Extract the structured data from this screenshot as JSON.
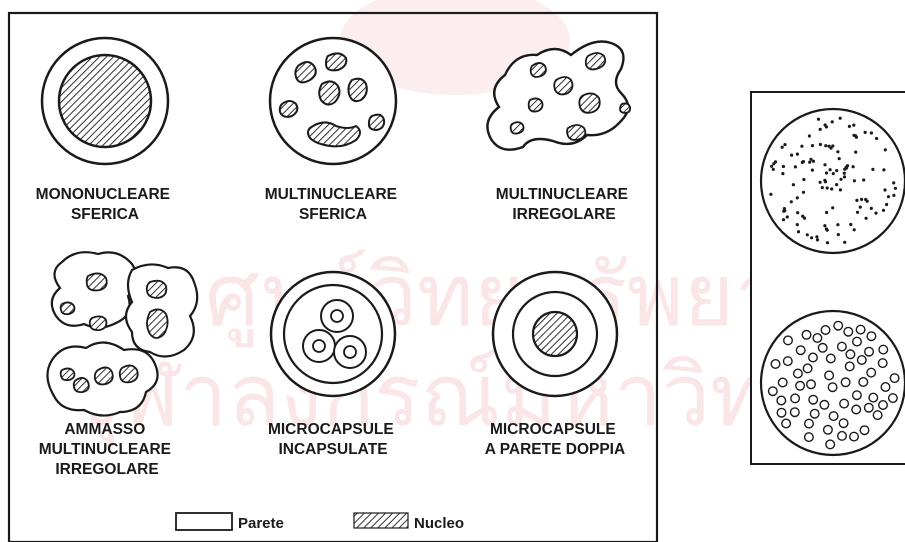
{
  "figure": {
    "types": [
      {
        "id": "mononucleare-sferica",
        "label_lines": [
          "MONONUCLEARE",
          "SFERICA"
        ]
      },
      {
        "id": "multinucleare-sferica",
        "label_lines": [
          "MULTINUCLEARE",
          "SFERICA"
        ]
      },
      {
        "id": "multinucleare-irregolare",
        "label_lines": [
          "MULTINUCLEARE",
          "IRREGOLARE"
        ]
      },
      {
        "id": "ammasso-multinucleare",
        "label_lines": [
          "AMMASSO",
          "MULTINUCLEARE",
          "IRREGOLARE"
        ]
      },
      {
        "id": "microcapsule-incapsulate",
        "label_lines": [
          "MICROCAPSULE",
          "INCAPSULATE"
        ]
      },
      {
        "id": "microcapsule-parete-doppia",
        "label_lines": [
          "MICROCAPSULE",
          "A PARETE DOPPIA"
        ]
      }
    ],
    "legend": {
      "wall_label": "Parete",
      "core_label": "Nucleo"
    }
  },
  "watermark": {
    "line1": "ศูนย์วิทยทรัพยากร",
    "line2": "จุฬาลงกรณ์มหาวิทยาลัย"
  },
  "colors": {
    "ink": "#1a1a1a",
    "background": "#ffffff",
    "watermark": "#f6c9c9"
  }
}
